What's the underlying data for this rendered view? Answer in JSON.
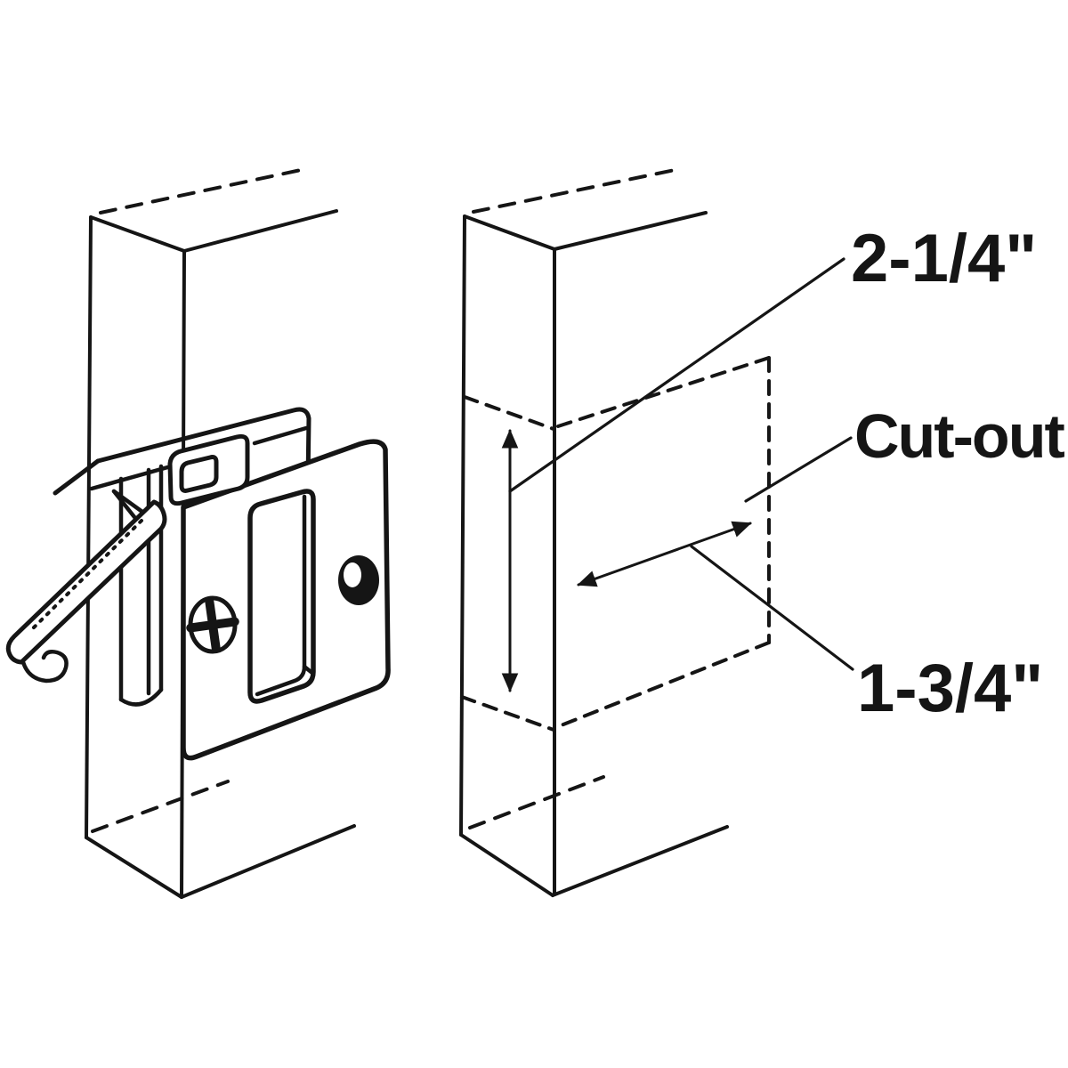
{
  "canvas": {
    "background": "#ffffff",
    "line_color": "#151515"
  },
  "diagram": {
    "subject": "pocket-door-lock-cutout-installation",
    "labels": {
      "height_dimension": "2-1/4\"",
      "cutout": "Cut-out",
      "width_dimension": "1-3/4\""
    }
  }
}
